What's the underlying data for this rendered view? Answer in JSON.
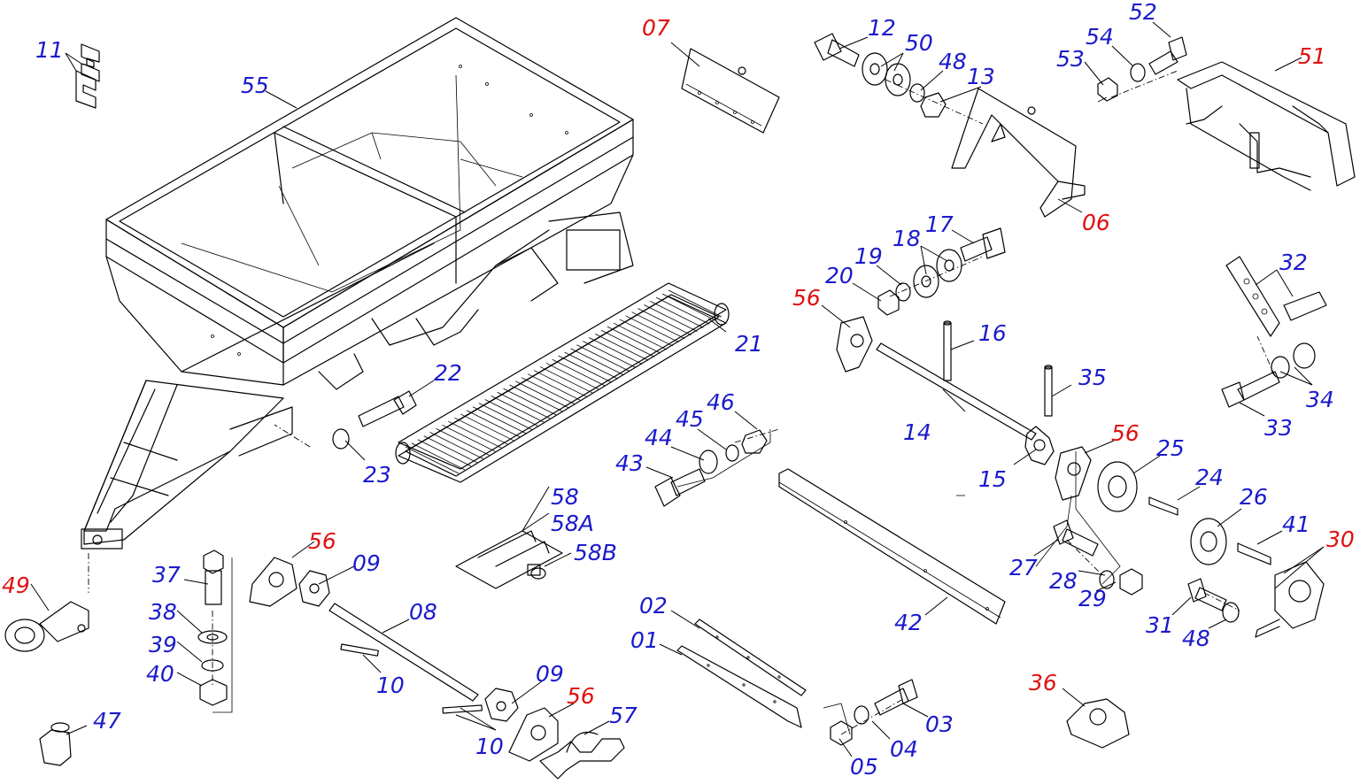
{
  "colors": {
    "standard_label": "#1a1acc",
    "highlight_label": "#e01010",
    "line": "#000000"
  },
  "labels": {
    "p11": "11",
    "p55": "55",
    "p07": "07",
    "p12": "12",
    "p50": "50",
    "p48a": "48",
    "p13": "13",
    "p52": "52",
    "p54": "54",
    "p53": "53",
    "p51": "51",
    "p06": "06",
    "p17": "17",
    "p18": "18",
    "p19": "19",
    "p20": "20",
    "p56a": "56",
    "p16": "16",
    "p21": "21",
    "p22": "22",
    "p23": "23",
    "p32": "32",
    "p34": "34",
    "p33": "33",
    "p35": "35",
    "p14": "14",
    "p56b": "56",
    "p15": "15",
    "p25": "25",
    "p24": "24",
    "p26": "26",
    "p41": "41",
    "p30": "30",
    "p46": "46",
    "p45": "45",
    "p44": "44",
    "p43": "43",
    "p58": "58",
    "p58a": "58A",
    "p58b": "58B",
    "p56c": "56",
    "p09a": "09",
    "p37": "37",
    "p38": "38",
    "p39": "39",
    "p40": "40",
    "p08": "08",
    "p49": "49",
    "p10a": "10",
    "p09b": "09",
    "p56d": "56",
    "p57": "57",
    "p10b": "10",
    "p47": "47",
    "p02": "02",
    "p01": "01",
    "p42": "42",
    "p27": "27",
    "p28": "28",
    "p29": "29",
    "p31": "31",
    "p48b": "48",
    "p36": "36",
    "p03": "03",
    "p04": "04",
    "p05": "05"
  }
}
